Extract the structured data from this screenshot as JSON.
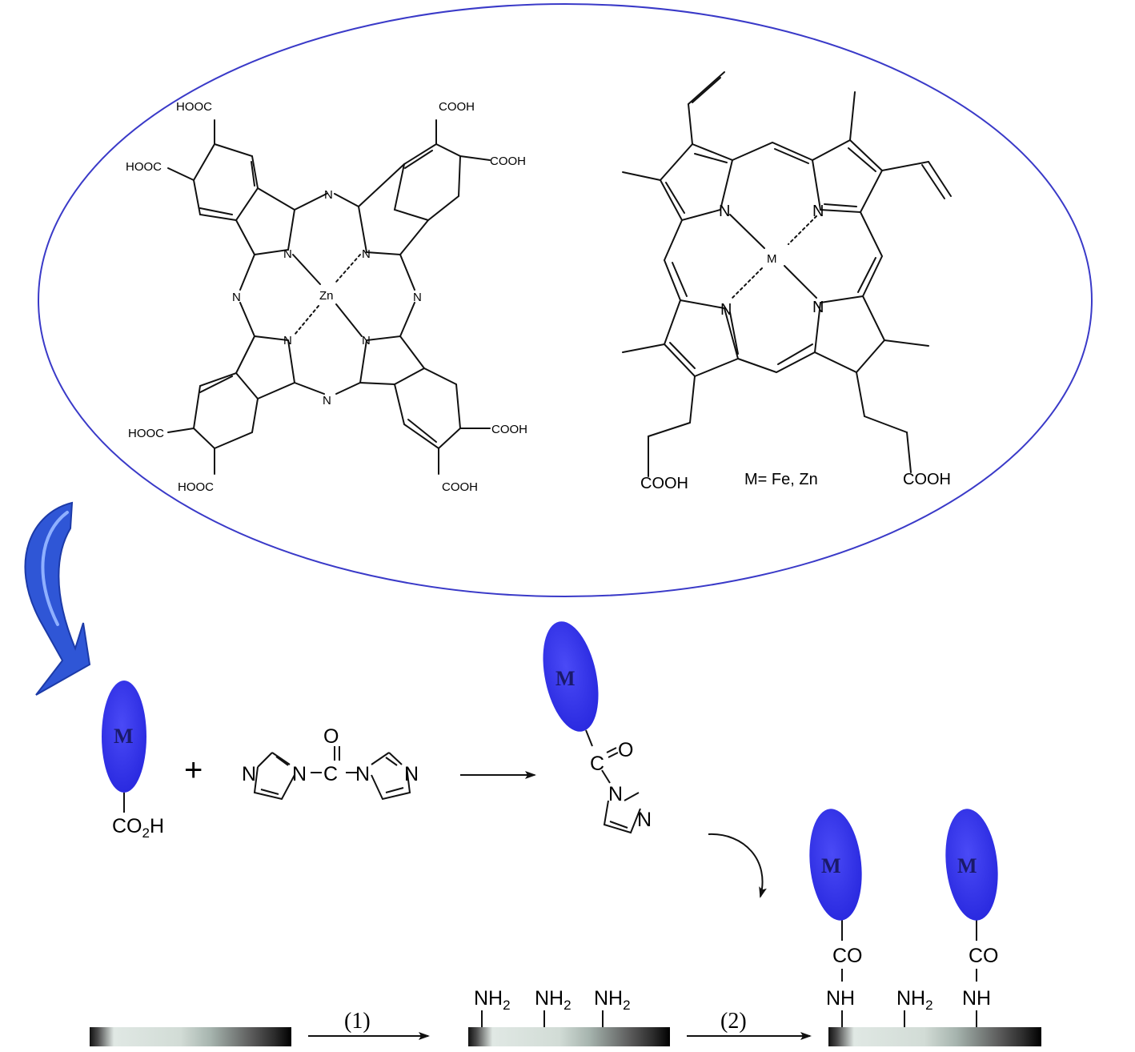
{
  "colors": {
    "ellipse_outline": "#3a3ac8",
    "m_blob": "#3434ee",
    "curved_arrow": "#2f56d6",
    "bond": "#111111"
  },
  "phthalocyanine": {
    "metal": "Zn",
    "n": "N",
    "cooh": "COOH",
    "hooc": "HOOC"
  },
  "porphyrin": {
    "metal": "M",
    "n": "N",
    "cooh": "COOH",
    "metal_note": "M= Fe, Zn"
  },
  "reaction": {
    "m_label": "M",
    "acid": "CO",
    "acid_sub": "2",
    "acid_h": "H",
    "plus": "+",
    "cdi_n": "N",
    "cdi_c": "C",
    "cdi_o": "O",
    "acyl_c": "C",
    "acyl_o": "O"
  },
  "surface": {
    "amine": "NH",
    "amine_sub": "2",
    "amide_co": "CO",
    "amide_nh": "NH",
    "step1": "(1)",
    "step2": "(2)"
  }
}
